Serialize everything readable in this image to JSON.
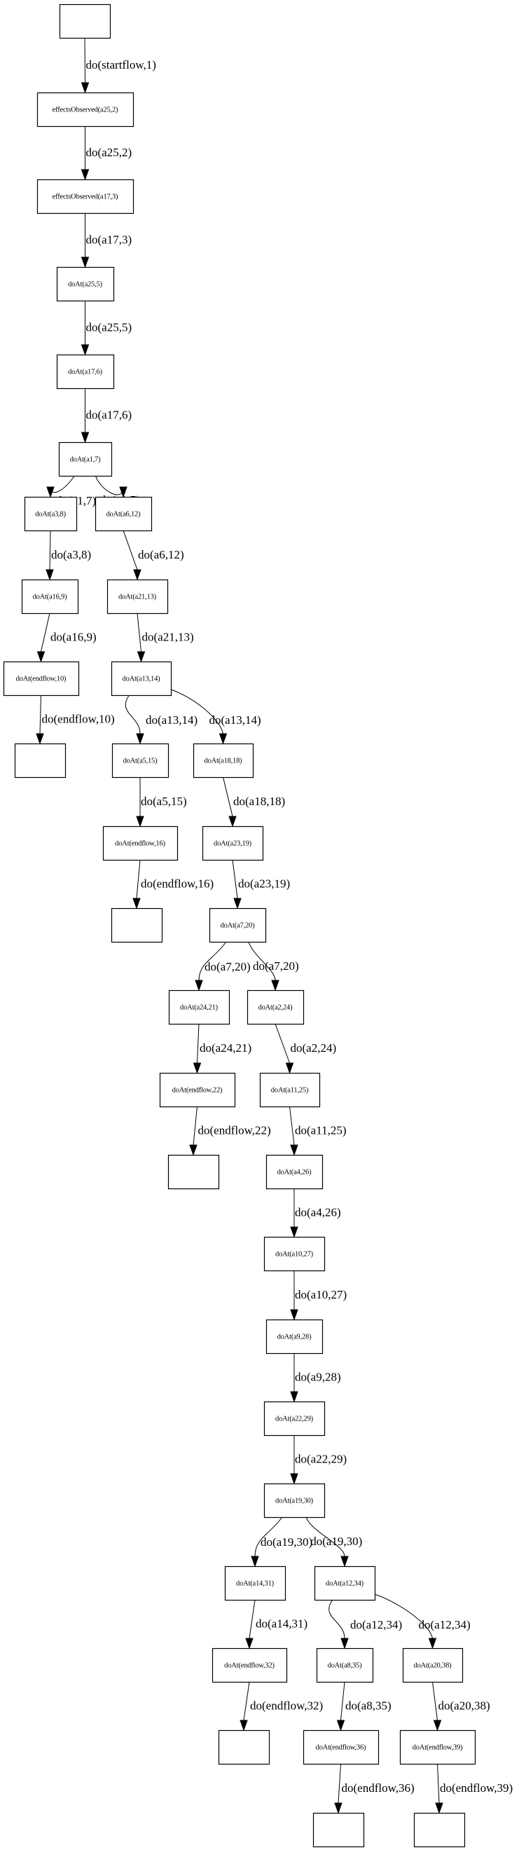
{
  "graph": {
    "type": "directed-flow",
    "nodes": [
      {
        "id": "start",
        "label": ""
      },
      {
        "id": "n2",
        "label": "effectsObserved(a25,2)"
      },
      {
        "id": "n3",
        "label": "effectsObserved(a17,3)"
      },
      {
        "id": "n5",
        "label": "doAt(a25,5)"
      },
      {
        "id": "n6",
        "label": "doAt(a17,6)"
      },
      {
        "id": "n7",
        "label": "doAt(a1,7)"
      },
      {
        "id": "n8",
        "label": "doAt(a3,8)"
      },
      {
        "id": "n12",
        "label": "doAt(a6,12)"
      },
      {
        "id": "n9",
        "label": "doAt(a16,9)"
      },
      {
        "id": "n13",
        "label": "doAt(a21,13)"
      },
      {
        "id": "n10",
        "label": "doAt(endflow,10)"
      },
      {
        "id": "n14",
        "label": "doAt(a13,14)"
      },
      {
        "id": "end10",
        "label": ""
      },
      {
        "id": "n15",
        "label": "doAt(a5,15)"
      },
      {
        "id": "n18",
        "label": "doAt(a18,18)"
      },
      {
        "id": "n16",
        "label": "doAt(endflow,16)"
      },
      {
        "id": "n19",
        "label": "doAt(a23,19)"
      },
      {
        "id": "end16",
        "label": ""
      },
      {
        "id": "n20",
        "label": "doAt(a7,20)"
      },
      {
        "id": "n21",
        "label": "doAt(a24,21)"
      },
      {
        "id": "n24",
        "label": "doAt(a2,24)"
      },
      {
        "id": "n22",
        "label": "doAt(endflow,22)"
      },
      {
        "id": "n25",
        "label": "doAt(a11,25)"
      },
      {
        "id": "end22",
        "label": ""
      },
      {
        "id": "n26",
        "label": "doAt(a4,26)"
      },
      {
        "id": "n27",
        "label": "doAt(a10,27)"
      },
      {
        "id": "n28",
        "label": "doAt(a9,28)"
      },
      {
        "id": "n29",
        "label": "doAt(a22,29)"
      },
      {
        "id": "n30",
        "label": "doAt(a19,30)"
      },
      {
        "id": "n31",
        "label": "doAt(a14,31)"
      },
      {
        "id": "n34",
        "label": "doAt(a12,34)"
      },
      {
        "id": "n32",
        "label": "doAt(endflow,32)"
      },
      {
        "id": "n35",
        "label": "doAt(a8,35)"
      },
      {
        "id": "n38",
        "label": "doAt(a20,38)"
      },
      {
        "id": "end32",
        "label": ""
      },
      {
        "id": "n36",
        "label": "doAt(endflow,36)"
      },
      {
        "id": "n39",
        "label": "doAt(endflow,39)"
      },
      {
        "id": "end36",
        "label": ""
      },
      {
        "id": "end39",
        "label": ""
      }
    ],
    "edges": [
      {
        "from": "start",
        "to": "n2",
        "label": "do(startflow,1)"
      },
      {
        "from": "n2",
        "to": "n3",
        "label": "do(a25,2)"
      },
      {
        "from": "n3",
        "to": "n5",
        "label": "do(a17,3)"
      },
      {
        "from": "n5",
        "to": "n6",
        "label": "do(a25,5)"
      },
      {
        "from": "n6",
        "to": "n7",
        "label": "do(a17,6)"
      },
      {
        "from": "n7",
        "to": "n8",
        "label": "do(a1,7)"
      },
      {
        "from": "n7",
        "to": "n12",
        "label": "do(a1,7)"
      },
      {
        "from": "n8",
        "to": "n9",
        "label": "do(a3,8)"
      },
      {
        "from": "n12",
        "to": "n13",
        "label": "do(a6,12)"
      },
      {
        "from": "n9",
        "to": "n10",
        "label": "do(a16,9)"
      },
      {
        "from": "n13",
        "to": "n14",
        "label": "do(a21,13)"
      },
      {
        "from": "n10",
        "to": "end10",
        "label": "do(endflow,10)"
      },
      {
        "from": "n14",
        "to": "n15",
        "label": "do(a13,14)"
      },
      {
        "from": "n14",
        "to": "n18",
        "label": "do(a13,14)"
      },
      {
        "from": "n15",
        "to": "n16",
        "label": "do(a5,15)"
      },
      {
        "from": "n18",
        "to": "n19",
        "label": "do(a18,18)"
      },
      {
        "from": "n16",
        "to": "end16",
        "label": "do(endflow,16)"
      },
      {
        "from": "n19",
        "to": "n20",
        "label": "do(a23,19)"
      },
      {
        "from": "n20",
        "to": "n21",
        "label": "do(a7,20)"
      },
      {
        "from": "n20",
        "to": "n24",
        "label": "do(a7,20)"
      },
      {
        "from": "n21",
        "to": "n22",
        "label": "do(a24,21)"
      },
      {
        "from": "n24",
        "to": "n25",
        "label": "do(a2,24)"
      },
      {
        "from": "n22",
        "to": "end22",
        "label": "do(endflow,22)"
      },
      {
        "from": "n25",
        "to": "n26",
        "label": "do(a11,25)"
      },
      {
        "from": "n26",
        "to": "n27",
        "label": "do(a4,26)"
      },
      {
        "from": "n27",
        "to": "n28",
        "label": "do(a10,27)"
      },
      {
        "from": "n28",
        "to": "n29",
        "label": "do(a9,28)"
      },
      {
        "from": "n29",
        "to": "n30",
        "label": "do(a22,29)"
      },
      {
        "from": "n30",
        "to": "n31",
        "label": "do(a19,30)"
      },
      {
        "from": "n30",
        "to": "n34",
        "label": "do(a19,30)"
      },
      {
        "from": "n31",
        "to": "n32",
        "label": "do(a14,31)"
      },
      {
        "from": "n34",
        "to": "n35",
        "label": "do(a12,34)"
      },
      {
        "from": "n34",
        "to": "n38",
        "label": "do(a12,34)"
      },
      {
        "from": "n32",
        "to": "end32",
        "label": "do(endflow,32)"
      },
      {
        "from": "n35",
        "to": "n36",
        "label": "do(a8,35)"
      },
      {
        "from": "n38",
        "to": "n39",
        "label": "do(a20,38)"
      },
      {
        "from": "n36",
        "to": "end36",
        "label": "do(endflow,36)"
      },
      {
        "from": "n39",
        "to": "end39",
        "label": "do(endflow,39)"
      }
    ]
  }
}
